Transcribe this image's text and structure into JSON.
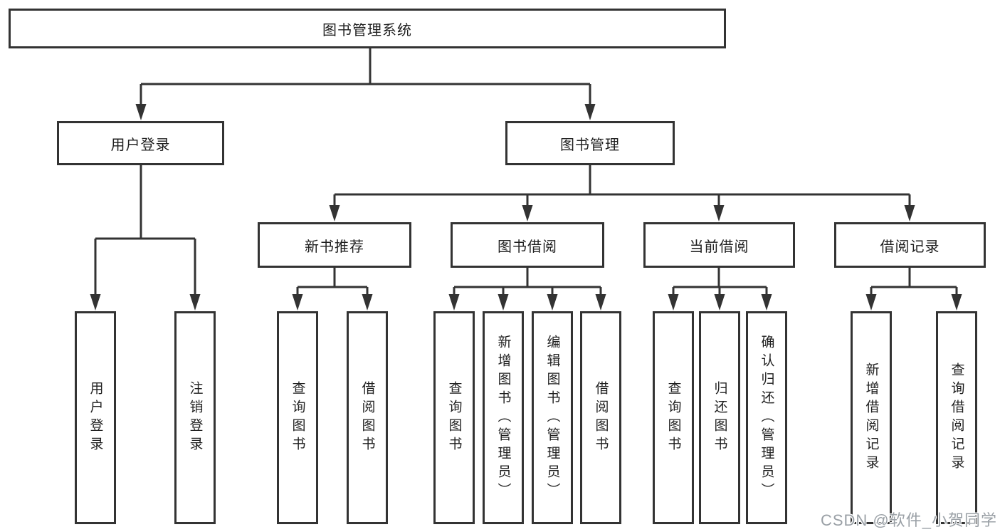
{
  "diagram": {
    "root": {
      "label": "图书管理系统"
    },
    "level2": [
      {
        "id": "user-login",
        "label": "用户登录"
      },
      {
        "id": "book-management",
        "label": "图书管理"
      }
    ],
    "level3": [
      {
        "id": "new-book-recommend",
        "label": "新书推荐"
      },
      {
        "id": "book-borrow",
        "label": "图书借阅"
      },
      {
        "id": "current-borrow",
        "label": "当前借阅"
      },
      {
        "id": "borrow-record",
        "label": "借阅记录"
      }
    ],
    "leaves": {
      "user_login": [
        "用户登录",
        "注销登录"
      ],
      "new_book_recommend": [
        "查询图书",
        "借阅图书"
      ],
      "book_borrow": [
        "查询图书",
        "新增图书（管理员）",
        "编辑图书（管理员）",
        "借阅图书"
      ],
      "current_borrow": [
        "查询图书",
        "归还图书",
        "确认归还（管理员）"
      ],
      "borrow_record": [
        "新增借阅记录",
        "查询借阅记录"
      ]
    }
  },
  "colors": {
    "line": "#333333",
    "text": "#1f1f1f",
    "watermark": "#9aa0a6",
    "background": "#ffffff"
  },
  "watermark": "CSDN @软件_小贺同学"
}
